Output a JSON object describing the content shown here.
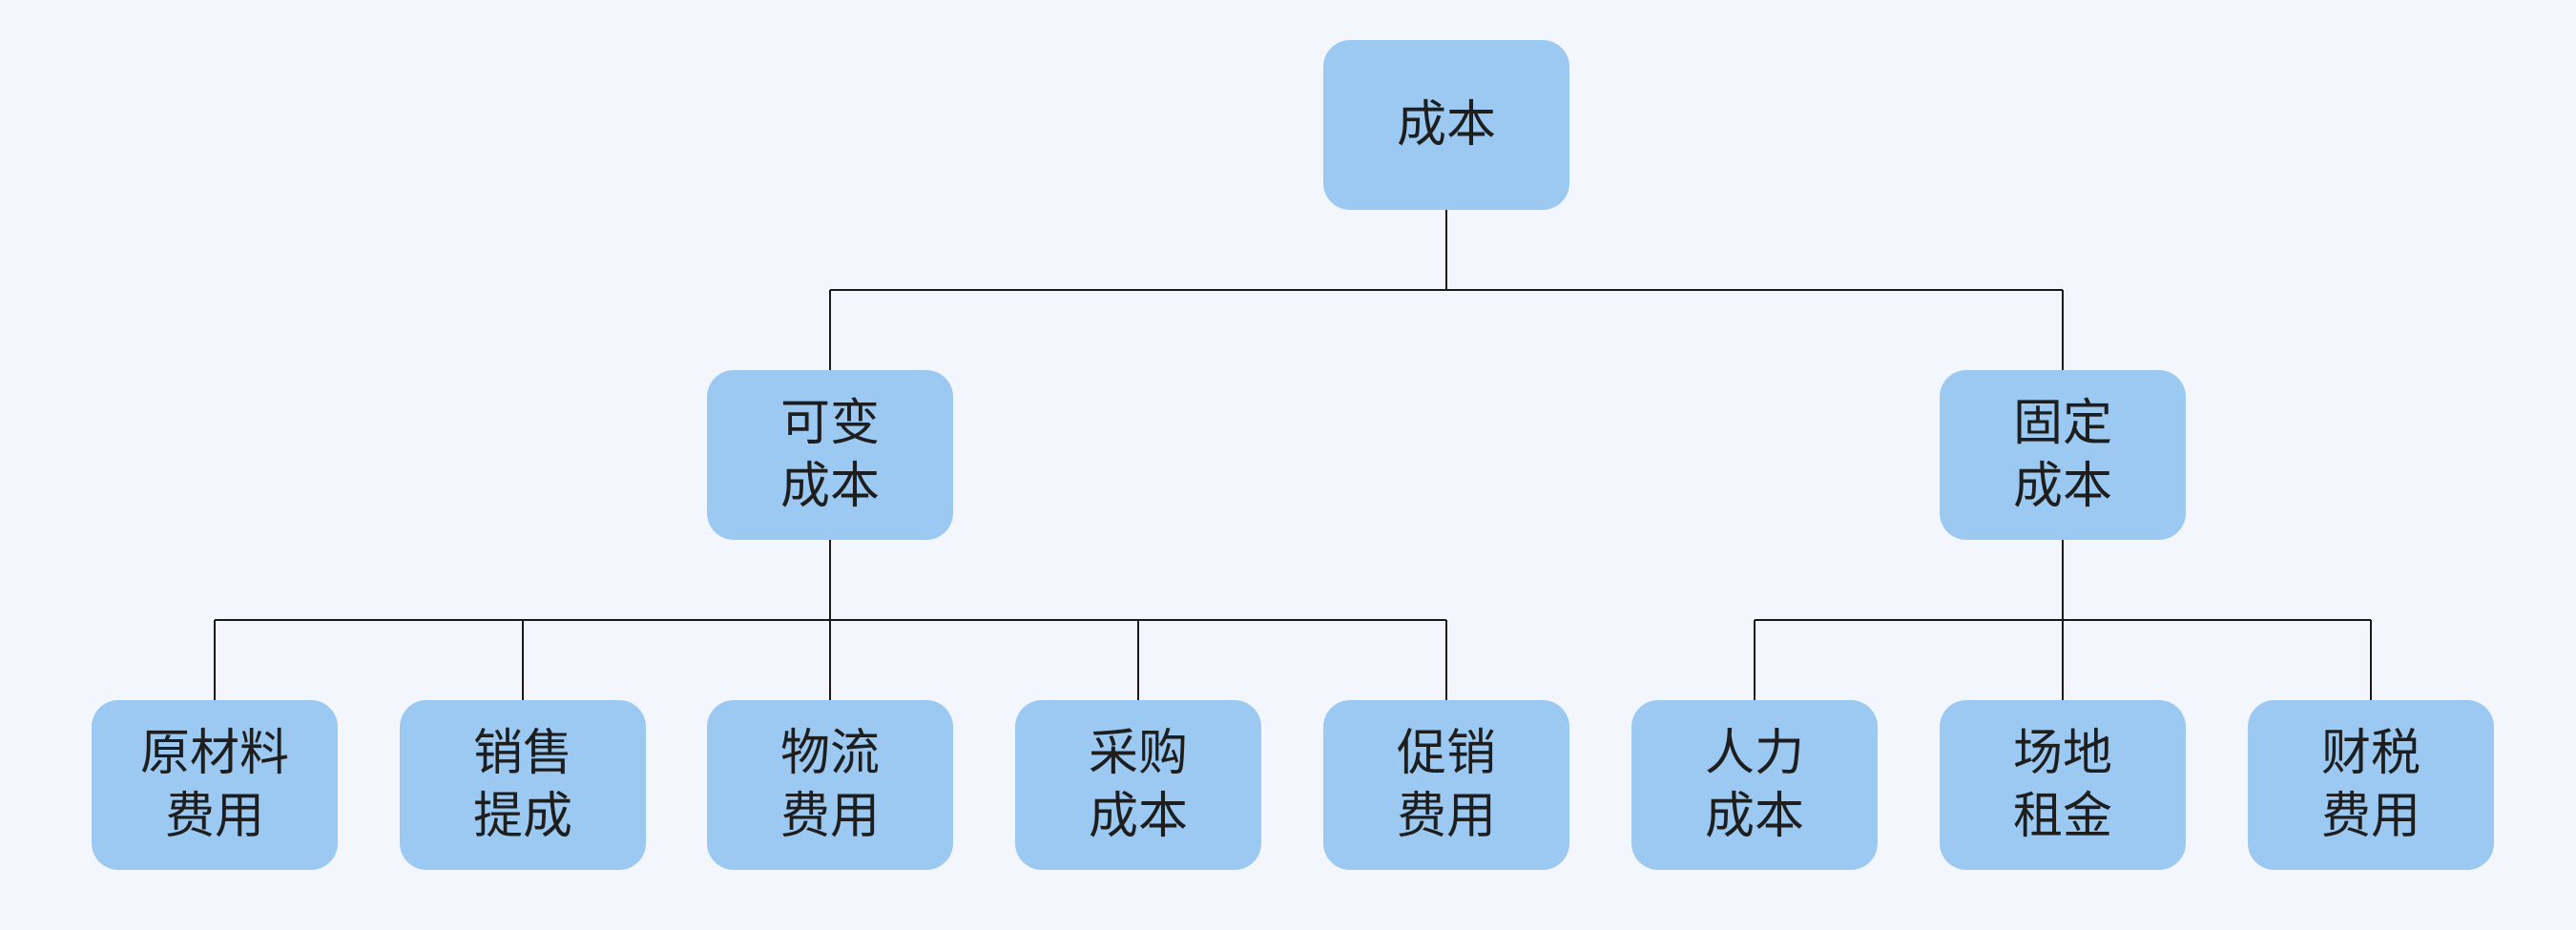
{
  "diagram": {
    "type": "tree",
    "colors": {
      "background": "#F3F7FD",
      "node_fill": "#9CC9F2",
      "text": "#1e1e1e",
      "connector": "#1a1a1a"
    },
    "root": {
      "lines": [
        "成本"
      ]
    },
    "branches": [
      {
        "lines": [
          "可变",
          "成本"
        ],
        "children": [
          {
            "lines": [
              "原材料",
              "费用"
            ]
          },
          {
            "lines": [
              "销售",
              "提成"
            ]
          },
          {
            "lines": [
              "物流",
              "费用"
            ]
          },
          {
            "lines": [
              "采购",
              "成本"
            ]
          },
          {
            "lines": [
              "促销",
              "费用"
            ]
          }
        ]
      },
      {
        "lines": [
          "固定",
          "成本"
        ],
        "children": [
          {
            "lines": [
              "人力",
              "成本"
            ]
          },
          {
            "lines": [
              "场地",
              "租金"
            ]
          },
          {
            "lines": [
              "财税",
              "费用"
            ]
          }
        ]
      }
    ]
  }
}
